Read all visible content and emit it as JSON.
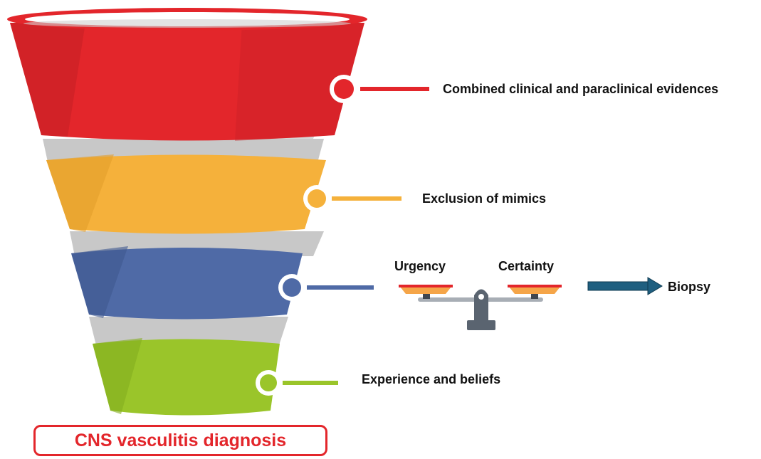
{
  "funnel": {
    "layers": [
      {
        "label": "Combined clinical and paraclinical evidences",
        "color": "#e3262b",
        "shade": "#c41f24"
      },
      {
        "label": "Exclusion of mimics",
        "color": "#f5b13b",
        "shade": "#e39e2b"
      },
      {
        "label": "Experience and beliefs",
        "color": "#9ac52a",
        "shade": "#84ad1f"
      }
    ],
    "blue_layer_color": "#4f6aa6",
    "twist_color": "#c8c8c8"
  },
  "balance": {
    "left_label": "Urgency",
    "right_label": "Certainty",
    "arrow_target": "Biopsy",
    "arrow_color": "#1f5f80"
  },
  "diagnosis": {
    "label": "CNS vasculitis diagnosis",
    "color": "#e3262b"
  }
}
